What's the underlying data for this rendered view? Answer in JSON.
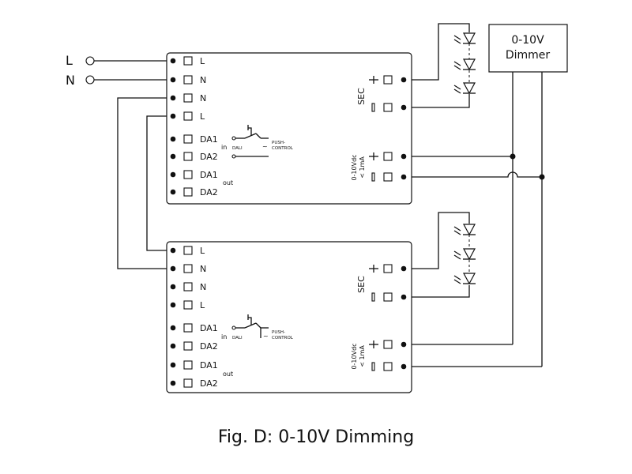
{
  "mains": {
    "l_label": "L",
    "n_label": "N"
  },
  "driver": {
    "input_terminals": [
      "L",
      "N",
      "N",
      "L"
    ],
    "dali_terminals": [
      "DA1",
      "DA2",
      "DA1",
      "DA2"
    ],
    "in_label": "in",
    "dali_label": "DALI",
    "tilde_label": "~",
    "push_label_1": "PUSH-",
    "push_label_2": "CONTROL",
    "out_label": "out",
    "sec_label": "SEC",
    "dim_label_1": "0-10Vdc",
    "dim_label_2": "< 1mA"
  },
  "dimmer": {
    "line1": "0-10V",
    "line2": "Dimmer"
  },
  "caption": "Fig. D: 0-10V Dimming"
}
